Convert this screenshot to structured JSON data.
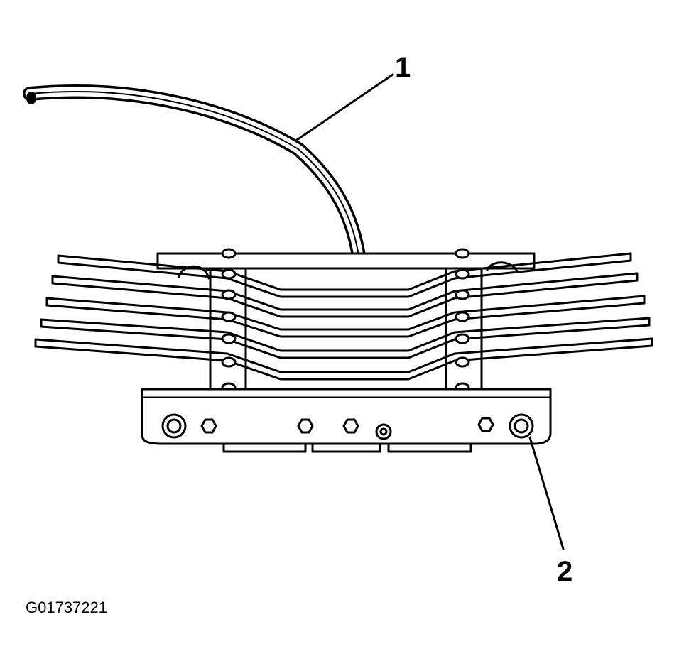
{
  "colors": {
    "ink": "#000000",
    "paper": "#ffffff"
  },
  "callouts": [
    {
      "label": "1",
      "part": "lumbar-cable"
    },
    {
      "label": "2",
      "part": "mounting-bolt-hole"
    }
  ],
  "figure_id": "G01737221"
}
